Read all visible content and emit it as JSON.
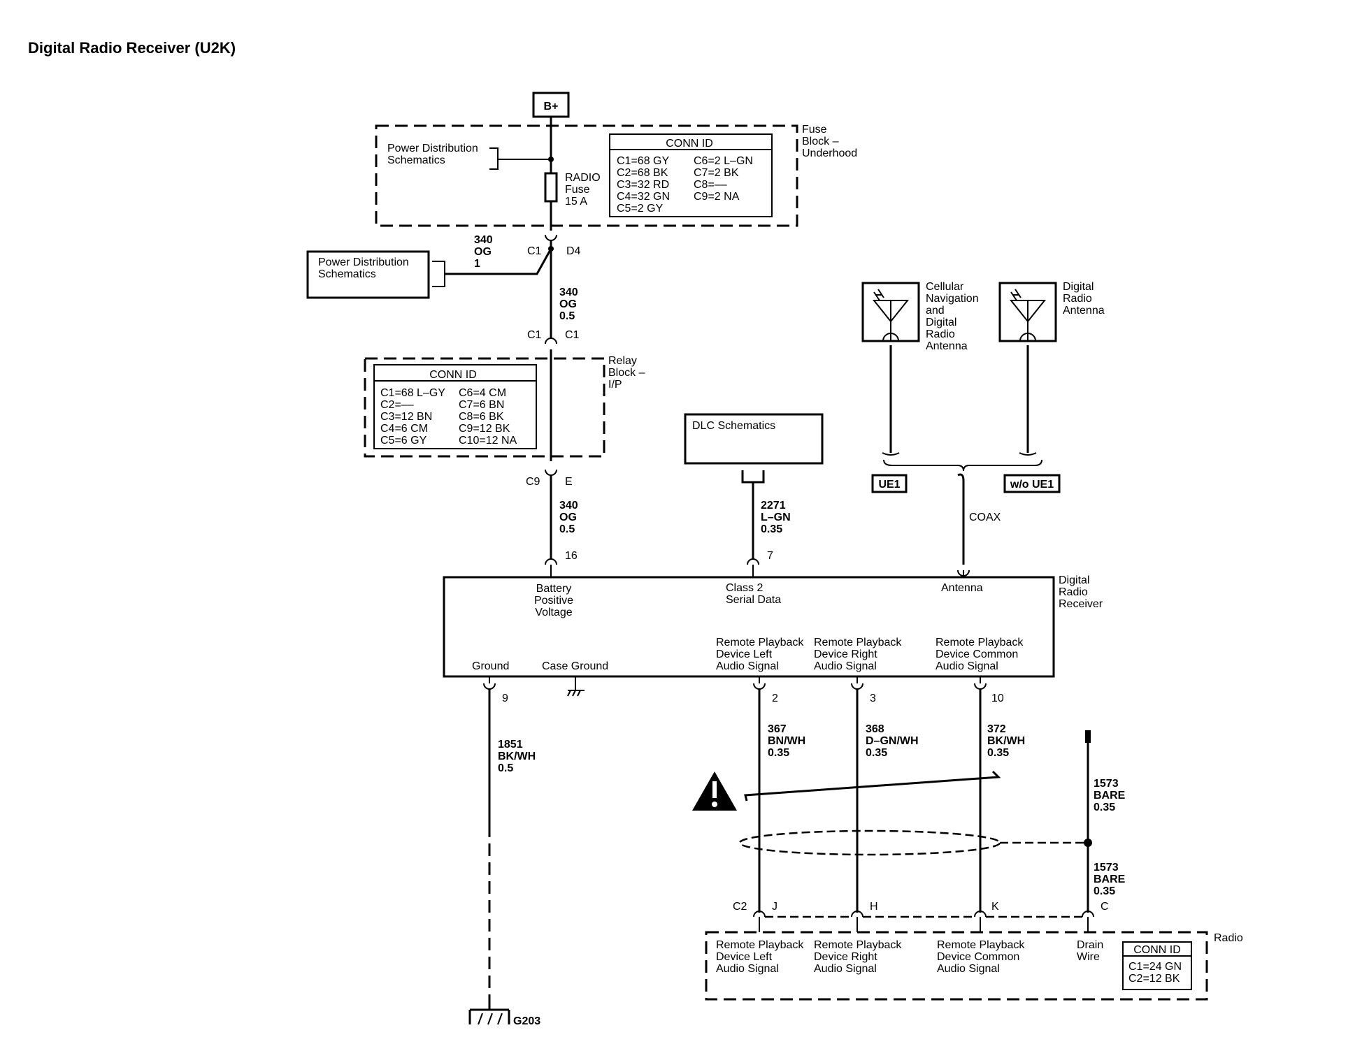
{
  "title": "Digital Radio Receiver (U2K)",
  "battery": "B+",
  "fuse_block": {
    "label": [
      "Fuse",
      "Block –",
      "Underhood"
    ],
    "power_dist": [
      "Power Distribution",
      "Schematics"
    ],
    "fuse": [
      "RADIO",
      "Fuse",
      "15 A"
    ],
    "conn_title": "CONN ID",
    "conn_left": [
      "C1=68 GY",
      "C2=68 BK",
      "C3=32 RD",
      "C4=32 GN",
      "C5=2 GY"
    ],
    "conn_right": [
      "C6=2 L–GN",
      "C7=2 BK",
      "C8=––",
      "C9=2 NA"
    ],
    "pin_c": "C1",
    "pin_d": "D4"
  },
  "splice_branch": {
    "power_dist": [
      "Power Distribution",
      "Schematics"
    ],
    "wire": [
      "340",
      "OG",
      "1"
    ]
  },
  "wire_fuse_relay": [
    "340",
    "OG",
    "0.5"
  ],
  "relay_block": {
    "label": [
      "Relay",
      "Block –",
      "I/P"
    ],
    "pin_in_left": "C1",
    "pin_in_right": "C1",
    "conn_title": "CONN ID",
    "conn_left": [
      "C1=68 L–GY",
      "C2=––",
      "C3=12 BN",
      "C4=6 CM",
      "C5=6 GY"
    ],
    "conn_right": [
      "C6=4 CM",
      "C7=6 BN",
      "C8=6 BK",
      "C9=12 BK",
      "C10=12 NA"
    ],
    "pin_out_left": "C9",
    "pin_out_right": "E"
  },
  "wire_relay_receiver": [
    "340",
    "OG",
    "0.5"
  ],
  "dlc": {
    "label": "DLC Schematics",
    "wire": [
      "2271",
      "L–GN",
      "0.35"
    ]
  },
  "antennas": {
    "cellular": [
      "Cellular",
      "Navigation",
      "and",
      "Digital",
      "Radio",
      "Antenna"
    ],
    "digital": [
      "Digital",
      "Radio",
      "Antenna"
    ],
    "option_ue1": "UE1",
    "option_wo_ue1": "w/o UE1",
    "coax": "COAX"
  },
  "receiver": {
    "label": [
      "Digital",
      "Radio",
      "Receiver"
    ],
    "pin_16": "16",
    "pin_7": "7",
    "battery_positive": [
      "Battery",
      "Positive",
      "Voltage"
    ],
    "class2": [
      "Class 2",
      "Serial Data"
    ],
    "antenna": "Antenna",
    "ground": "Ground",
    "case_ground": "Case Ground",
    "left_audio": [
      "Remote Playback",
      "Device Left",
      "Audio Signal"
    ],
    "right_audio": [
      "Remote Playback",
      "Device Right",
      "Audio Signal"
    ],
    "common_audio": [
      "Remote Playback",
      "Device Common",
      "Audio Signal"
    ],
    "pin_9": "9",
    "pin_2": "2",
    "pin_3": "3",
    "pin_10": "10"
  },
  "wires_bottom": {
    "ground": [
      "1851",
      "BK/WH",
      "0.5"
    ],
    "left": [
      "367",
      "BN/WH",
      "0.35"
    ],
    "right": [
      "368",
      "D–GN/WH",
      "0.35"
    ],
    "common": [
      "372",
      "BK/WH",
      "0.35"
    ],
    "drain_top": [
      "1573",
      "BARE",
      "0.35"
    ],
    "drain_bottom": [
      "1573",
      "BARE",
      "0.35"
    ]
  },
  "ground_label": "G203",
  "radio": {
    "label": "Radio",
    "pin_c2": "C2",
    "pin_j": "J",
    "pin_h": "H",
    "pin_k": "K",
    "pin_c": "C",
    "left_audio": [
      "Remote Playback",
      "Device Left",
      "Audio Signal"
    ],
    "right_audio": [
      "Remote Playback",
      "Device Right",
      "Audio Signal"
    ],
    "common_audio": [
      "Remote Playback",
      "Device Common",
      "Audio Signal"
    ],
    "drain": [
      "Drain",
      "Wire"
    ],
    "conn_title": "CONN ID",
    "conn": [
      "C1=24 GN",
      "C2=12 BK"
    ]
  }
}
